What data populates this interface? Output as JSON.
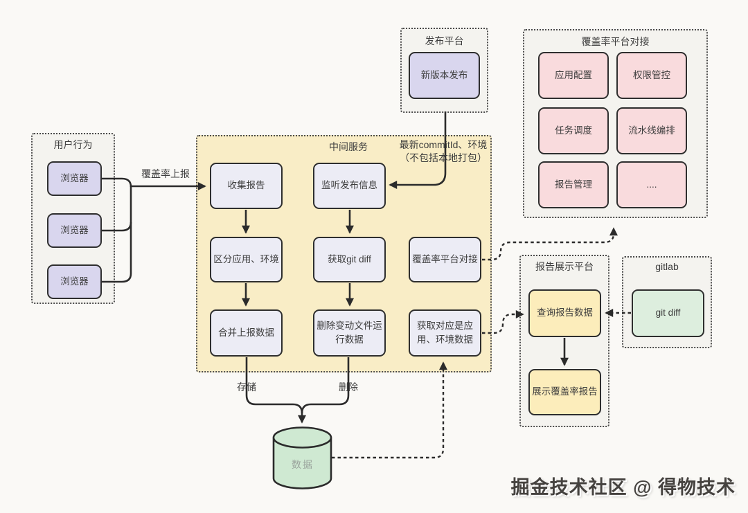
{
  "colors": {
    "canvas_bg": "#faf9f6",
    "zone_bg": "#f4f3ef",
    "middle_zone_bg": "#f9edc6",
    "lavender_box": "#d9d6ee",
    "light_lavender_box": "#ececf5",
    "pink_box": "#f9dbdd",
    "yellow_box": "#fcedbb",
    "green_box": "#ddeede",
    "line": "#2b2b2b"
  },
  "user_behavior": {
    "label": "用户行为",
    "browsers": [
      "浏览器",
      "浏览器",
      "浏览器"
    ]
  },
  "release_platform": {
    "label": "发布平台",
    "box": "新版本发布"
  },
  "middle_service": {
    "label": "中间服务",
    "note_line1": "最新commitId、环境",
    "note_line2": "（不包括本地打包）",
    "collect": "收集报告",
    "listen": "监听发布信息",
    "distinguish": "区分应用、环境",
    "git_diff": "获取git diff",
    "coverage_connect": "覆盖率平台对接",
    "merge": "合并上报数据",
    "delete_run": "删除变动文件运行数据",
    "get_env": "获取对应是应用、环境数据"
  },
  "coverage_platform": {
    "label": "覆盖率平台对接",
    "boxes": [
      "应用配置",
      "权限管控",
      "任务调度",
      "流水线编排",
      "报告管理",
      "...."
    ]
  },
  "report_display": {
    "label": "报告展示平台",
    "query": "查询报告数据",
    "show": "展示覆盖率报告"
  },
  "gitlab": {
    "label": "gitlab",
    "box": "git diff"
  },
  "database": {
    "label": "数据"
  },
  "edges": {
    "coverage_report": "覆盖率上报",
    "store": "存储",
    "delete": "删除"
  },
  "watermark": "掘金技术社区 @ 得物技术"
}
